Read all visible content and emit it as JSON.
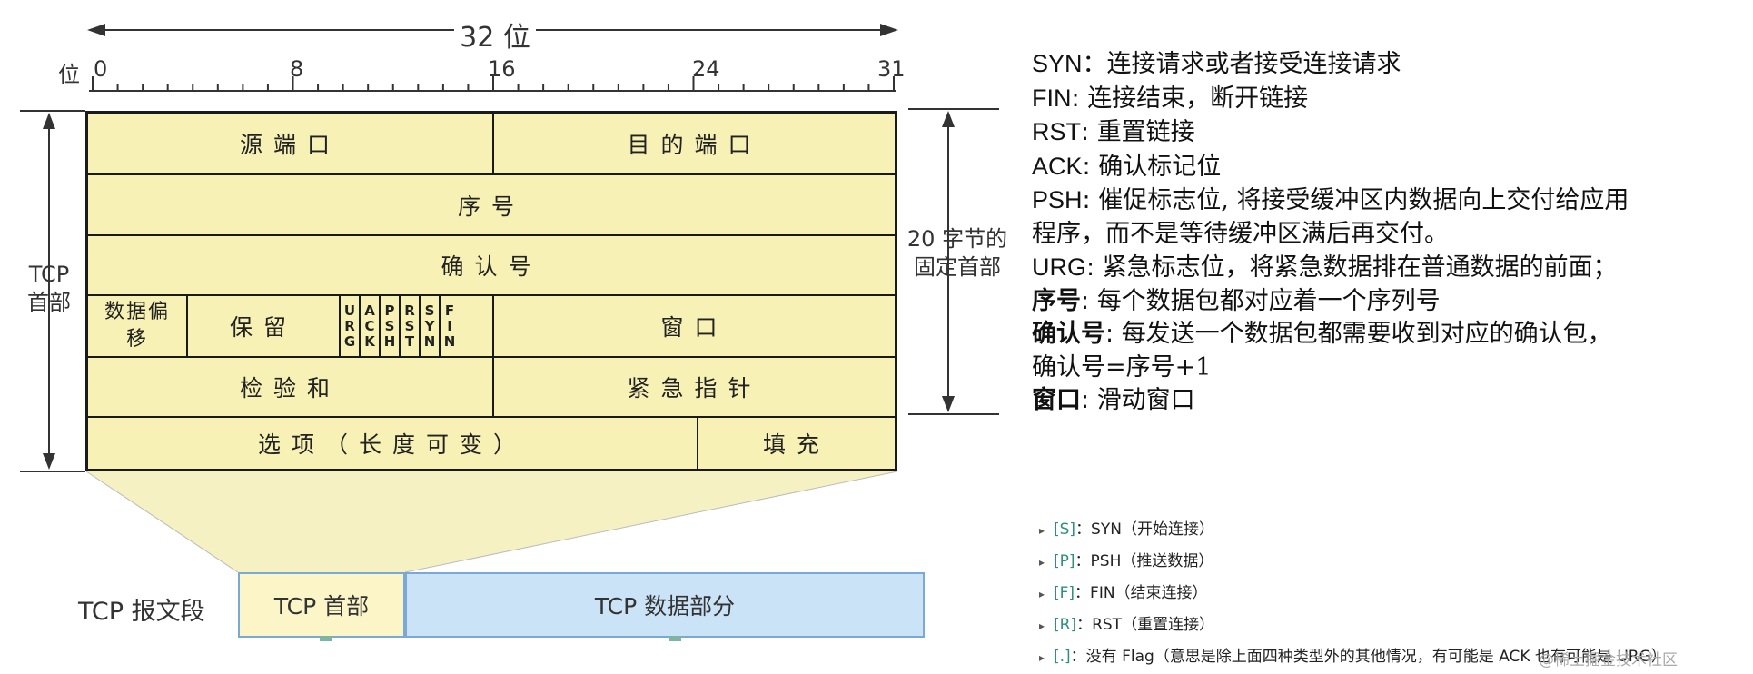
{
  "ruler": {
    "width_label": "32 位",
    "bit_word": "位",
    "positions": [
      "0",
      "8",
      "16",
      "24",
      "31"
    ]
  },
  "header": {
    "fields": {
      "src_port": "源端口",
      "dst_port": "目的端口",
      "seq": "序号",
      "ack_num": "确认号",
      "data_offset": "数据偏移",
      "reserved": "保留",
      "window": "窗口",
      "checksum": "检验和",
      "urgent_ptr": "紧急指针",
      "options": "选项（长度可变）",
      "padding": "填充"
    },
    "flags": [
      "URG",
      "ACK",
      "PSH",
      "RST",
      "SYN",
      "FIN"
    ],
    "left_label": "TCP首部",
    "right_label": "20 字节的固定首部"
  },
  "segment": {
    "label": "TCP 报文段",
    "header_part": "TCP 首部",
    "data_part": "TCP 数据部分"
  },
  "notes": [
    {
      "key": "SYN",
      "sep": "：",
      "text": "连接请求或者接受连接请求",
      "bold": false
    },
    {
      "key": "FIN",
      "sep": ": ",
      "text": "连接结束，断开链接",
      "bold": false
    },
    {
      "key": "RST",
      "sep": ": ",
      "text": "重置链接",
      "bold": false
    },
    {
      "key": "ACK",
      "sep": ": ",
      "text": "确认标记位",
      "bold": false
    },
    {
      "key": "PSH",
      "sep": ": ",
      "text": "催促标志位, 将接受缓冲区内数据向上交付给应用",
      "bold": false
    },
    {
      "key": "",
      "sep": "",
      "text": "程序，而不是等待缓冲区满后再交付。",
      "bold": false
    },
    {
      "key": "URG",
      "sep": ": ",
      "text": "紧急标志位，将紧急数据排在普通数据的前面；",
      "bold": false
    },
    {
      "key": "序号",
      "sep": ": ",
      "text": "每个数据包都对应着一个序列号",
      "bold": true
    },
    {
      "key": "确认号",
      "sep": ": ",
      "text": "每发送一个数据包都需要收到对应的确认包，",
      "bold": true
    },
    {
      "key": "",
      "sep": "",
      "text": "确认号=序号+1",
      "bold": false
    },
    {
      "key": "窗口",
      "sep": ": ",
      "text": "滑动窗口",
      "bold": true
    }
  ],
  "flag_list": [
    {
      "code": "[S]",
      "text": "：SYN（开始连接）"
    },
    {
      "code": "[P]",
      "text": "：PSH（推送数据）"
    },
    {
      "code": "[F]",
      "text": "：FIN（结束连接）"
    },
    {
      "code": "[R]",
      "text": "：RST（重置连接）"
    },
    {
      "code": "[.]",
      "text": "：没有 Flag（意思是除上面四种类型外的其他情况，有可能是 ACK 也有可能是 URG）"
    }
  ],
  "watermark": "@稀土掘金技术社区",
  "colors": {
    "header_fill": "#f8f1b5",
    "data_fill": "#cbe3f6",
    "flag_code": "#2f8f7f"
  }
}
